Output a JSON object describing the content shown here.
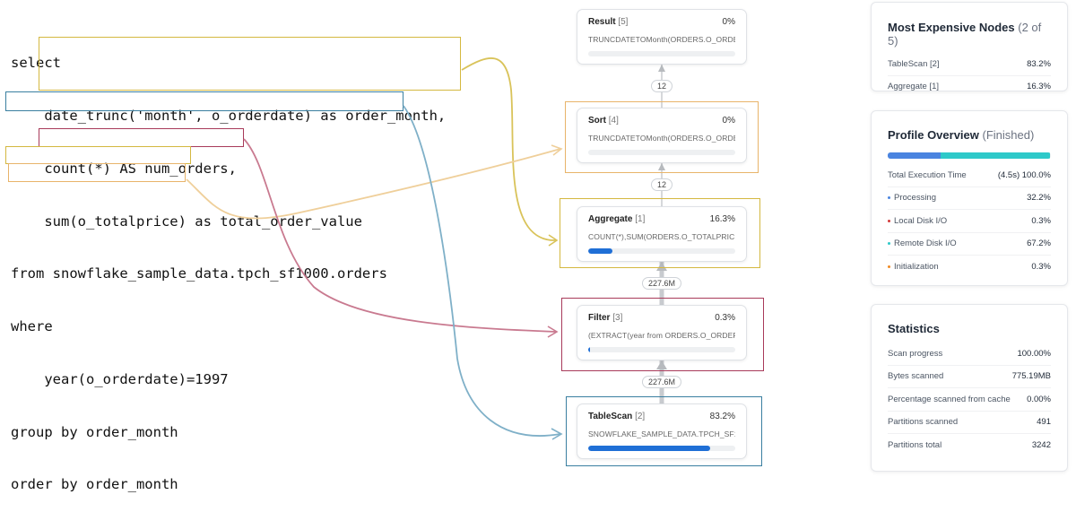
{
  "sql": {
    "lines": [
      "select",
      "    date_trunc('month', o_orderdate) as order_month,",
      "    count(*) AS num_orders,",
      "    sum(o_totalprice) as total_order_value",
      "from snowflake_sample_data.tpch_sf1000.orders",
      "where",
      "    year(o_orderdate)=1997",
      "group by order_month",
      "order by order_month"
    ]
  },
  "colors": {
    "select_hl": "#d4b840",
    "from_hl": "#3a7fa0",
    "where_hl": "#a83a5a",
    "group_hl": "#d4b840",
    "order_hl": "#e8b46a",
    "progress_blue": "#1f6fd6",
    "processing": "#4a84e0",
    "local_io": "#d33a3a",
    "remote_io": "#2ec9c9",
    "init": "#f08a24"
  },
  "nodes": [
    {
      "name": "Result",
      "count": "[5]",
      "pct": "0%",
      "expr": "TRUNCDATETOMonth(ORDERS.O_ORDE...",
      "fill": 0
    },
    {
      "name": "Sort",
      "count": "[4]",
      "pct": "0%",
      "expr": "TRUNCDATETOMonth(ORDERS.O_ORDE...",
      "fill": 0
    },
    {
      "name": "Aggregate",
      "count": "[1]",
      "pct": "16.3%",
      "expr": "COUNT(*),SUM(ORDERS.O_TOTALPRICE)",
      "fill": 0.163
    },
    {
      "name": "Filter",
      "count": "[3]",
      "pct": "0.3%",
      "expr": "(EXTRACT(year from ORDERS.O_ORDER...",
      "fill": 0.003
    },
    {
      "name": "TableScan",
      "count": "[2]",
      "pct": "83.2%",
      "expr": "SNOWFLAKE_SAMPLE_DATA.TPCH_SF1...",
      "fill": 0.832
    }
  ],
  "edges": [
    "12",
    "12",
    "227.6M",
    "227.6M"
  ],
  "most_expensive": {
    "title": "Most Expensive Nodes",
    "subtitle": "(2 of 5)",
    "rows": [
      {
        "label": "TableScan [2]",
        "value": "83.2%"
      },
      {
        "label": "Aggregate [1]",
        "value": "16.3%"
      }
    ]
  },
  "profile": {
    "title": "Profile Overview",
    "subtitle": "(Finished)",
    "bar": [
      {
        "name": "Processing",
        "value": 32.2
      },
      {
        "name": "Remote Disk I/O",
        "value": 67.2
      }
    ],
    "total": {
      "label": "Total Execution Time",
      "value": "(4.5s) 100.0%"
    },
    "rows": [
      {
        "label": "Processing",
        "value": "32.2%",
        "color": "#4a84e0"
      },
      {
        "label": "Local Disk I/O",
        "value": "0.3%",
        "color": "#d33a3a"
      },
      {
        "label": "Remote Disk I/O",
        "value": "67.2%",
        "color": "#2ec9c9"
      },
      {
        "label": "Initialization",
        "value": "0.3%",
        "color": "#f08a24"
      }
    ]
  },
  "statistics": {
    "title": "Statistics",
    "rows": [
      {
        "label": "Scan progress",
        "value": "100.00%"
      },
      {
        "label": "Bytes scanned",
        "value": "775.19MB"
      },
      {
        "label": "Percentage scanned from cache",
        "value": "0.00%"
      },
      {
        "label": "Partitions scanned",
        "value": "491"
      },
      {
        "label": "Partitions total",
        "value": "3242"
      }
    ]
  }
}
